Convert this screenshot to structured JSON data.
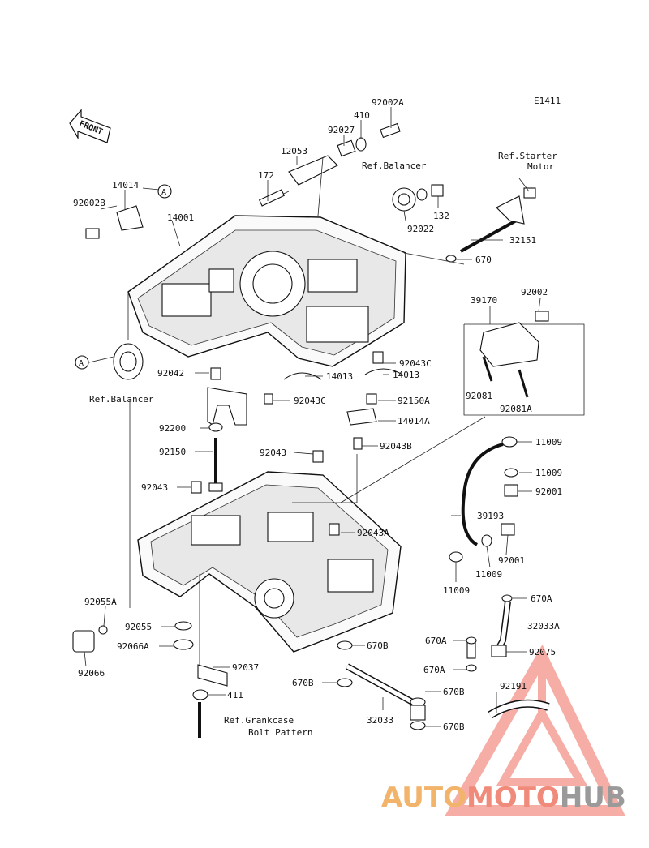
{
  "diagram": {
    "code": "E1411",
    "front_label": "FRONT",
    "labels": [
      {
        "id": "l92002A",
        "text": "92002A"
      },
      {
        "id": "l410",
        "text": "410"
      },
      {
        "id": "l92027",
        "text": "92027"
      },
      {
        "id": "l12053",
        "text": "12053"
      },
      {
        "id": "l172",
        "text": "172"
      },
      {
        "id": "lRefBal1",
        "text": "Ref.Balancer"
      },
      {
        "id": "l132",
        "text": "132"
      },
      {
        "id": "l92022",
        "text": "92022"
      },
      {
        "id": "lRefStarter1",
        "text": "Ref.Starter"
      },
      {
        "id": "lRefStarter2",
        "text": "Motor"
      },
      {
        "id": "l32151",
        "text": "32151"
      },
      {
        "id": "l670a",
        "text": "670"
      },
      {
        "id": "l14014",
        "text": "14014"
      },
      {
        "id": "lA1",
        "text": "A"
      },
      {
        "id": "l92002B",
        "text": "92002B"
      },
      {
        "id": "l14001",
        "text": "14001"
      },
      {
        "id": "l92002",
        "text": "92002"
      },
      {
        "id": "l39170",
        "text": "39170"
      },
      {
        "id": "lA2",
        "text": "A"
      },
      {
        "id": "l92043C1",
        "text": "92043C"
      },
      {
        "id": "l92042",
        "text": "92042"
      },
      {
        "id": "l14013a",
        "text": "14013"
      },
      {
        "id": "l14013b",
        "text": "14013"
      },
      {
        "id": "lRefBal2",
        "text": "Ref.Balancer"
      },
      {
        "id": "l92043C2",
        "text": "92043C"
      },
      {
        "id": "l92081",
        "text": "92081"
      },
      {
        "id": "l92150A",
        "text": "92150A"
      },
      {
        "id": "l92081A",
        "text": "92081A"
      },
      {
        "id": "l14014A",
        "text": "14014A"
      },
      {
        "id": "l92200",
        "text": "92200"
      },
      {
        "id": "l92043B",
        "text": "92043B"
      },
      {
        "id": "l11009a",
        "text": "11009"
      },
      {
        "id": "l92150",
        "text": "92150"
      },
      {
        "id": "l92043a",
        "text": "92043"
      },
      {
        "id": "l11009b",
        "text": "11009"
      },
      {
        "id": "l92043b",
        "text": "92043"
      },
      {
        "id": "l92001a",
        "text": "92001"
      },
      {
        "id": "l39193",
        "text": "39193"
      },
      {
        "id": "l92043A",
        "text": "92043A"
      },
      {
        "id": "l92001b",
        "text": "92001"
      },
      {
        "id": "l11009c",
        "text": "11009"
      },
      {
        "id": "l11009d",
        "text": "11009"
      },
      {
        "id": "l92055A",
        "text": "92055A"
      },
      {
        "id": "l670A",
        "text": "670A"
      },
      {
        "id": "l92055",
        "text": "92055"
      },
      {
        "id": "l32033A",
        "text": "32033A"
      },
      {
        "id": "l92066A",
        "text": "92066A"
      },
      {
        "id": "l670B1",
        "text": "670B"
      },
      {
        "id": "l670A2",
        "text": "670A"
      },
      {
        "id": "l92075",
        "text": "92075"
      },
      {
        "id": "l92066",
        "text": "92066"
      },
      {
        "id": "l92037",
        "text": "92037"
      },
      {
        "id": "l670A3",
        "text": "670A"
      },
      {
        "id": "l670B2",
        "text": "670B"
      },
      {
        "id": "l92191",
        "text": "92191"
      },
      {
        "id": "l670B3",
        "text": "670B"
      },
      {
        "id": "l411",
        "text": "411"
      },
      {
        "id": "lRefCrank1",
        "text": "Ref.Grankcase"
      },
      {
        "id": "lRefCrank2",
        "text": "Bolt Pattern"
      },
      {
        "id": "l32033",
        "text": "32033"
      },
      {
        "id": "l670B4",
        "text": "670B"
      }
    ]
  },
  "watermark": {
    "part1": "AUTO",
    "part2": "MOTO",
    "part3": "HUB",
    "color1": "#f2b36a",
    "color2": "#f08a7a",
    "color3": "#9a9a9a"
  }
}
